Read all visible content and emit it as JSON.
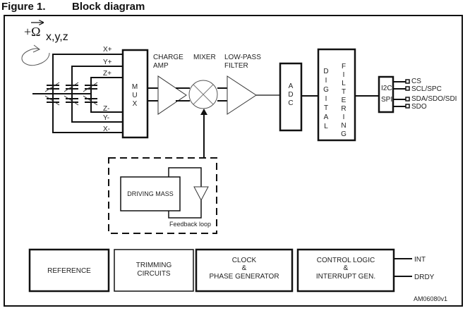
{
  "figure": {
    "number": "Figure 1.",
    "title": "Block diagram"
  },
  "rotation": {
    "symbol": "+Ω",
    "axes": "x,y,z"
  },
  "mux": {
    "label": [
      "M",
      "U",
      "X"
    ],
    "inputs": [
      "X+",
      "Y+",
      "Z+",
      "Z-",
      "Y-",
      "X-"
    ]
  },
  "stages": {
    "charge_amp": [
      "CHARGE",
      "AMP"
    ],
    "mixer": [
      "MIXER"
    ],
    "low_pass": [
      "LOW-PASS",
      "FILTER"
    ]
  },
  "adc": {
    "label": [
      "A",
      "D",
      "C"
    ]
  },
  "digital_filtering": {
    "col1": [
      "D",
      "I",
      "G",
      "I",
      "T",
      "A",
      "L"
    ],
    "col2": [
      "F",
      "I",
      "L",
      "T",
      "E",
      "R",
      "I",
      "N",
      "G"
    ]
  },
  "interface": {
    "label": [
      "I2C",
      "SPI"
    ],
    "pins": [
      "CS",
      "SCL/SPC",
      "SDA/SDO/SDI",
      "SDO"
    ]
  },
  "drive": {
    "block": "DRIVING MASS",
    "loop_label": "Feedback loop"
  },
  "bottom_blocks": [
    {
      "lines": [
        "REFERENCE"
      ]
    },
    {
      "lines": [
        "TRIMMING",
        "CIRCUITS"
      ]
    },
    {
      "lines": [
        "CLOCK",
        "&",
        "PHASE GENERATOR"
      ]
    },
    {
      "lines": [
        "CONTROL LOGIC",
        "&",
        "INTERRUPT GEN."
      ]
    }
  ],
  "outputs": [
    "INT",
    "DRDY"
  ],
  "figure_id": "AM06080v1"
}
